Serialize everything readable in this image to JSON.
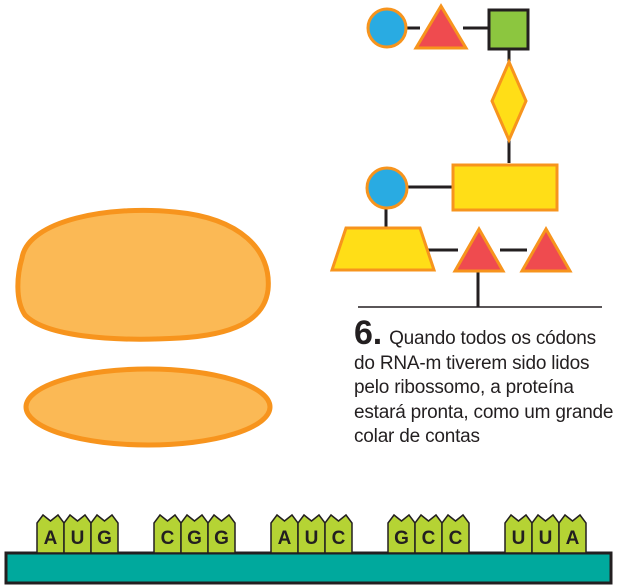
{
  "caption": {
    "number": "6.",
    "text": "Quando todos os códons do RNA-m tiverem sido lidos pelo ribossomo, a proteína estará pronta, como um grande colar de contas"
  },
  "codons": [
    [
      "A",
      "U",
      "G"
    ],
    [
      "C",
      "G",
      "G"
    ],
    [
      "A",
      "U",
      "C"
    ],
    [
      "G",
      "C",
      "C"
    ],
    [
      "U",
      "U",
      "A"
    ]
  ],
  "colors": {
    "ribosome_fill": "#fbb955",
    "ribosome_stroke": "#f7941d",
    "mrna_strand": "#00a99d",
    "nucleotide": "#b5d334",
    "circle": "#29abe2",
    "triangle": "#ef4b4f",
    "square": "#8cc63f",
    "diamond_rect_trapezoid": "#ffde17",
    "shape_outline": "#f7941d",
    "connector": "#231f20"
  }
}
